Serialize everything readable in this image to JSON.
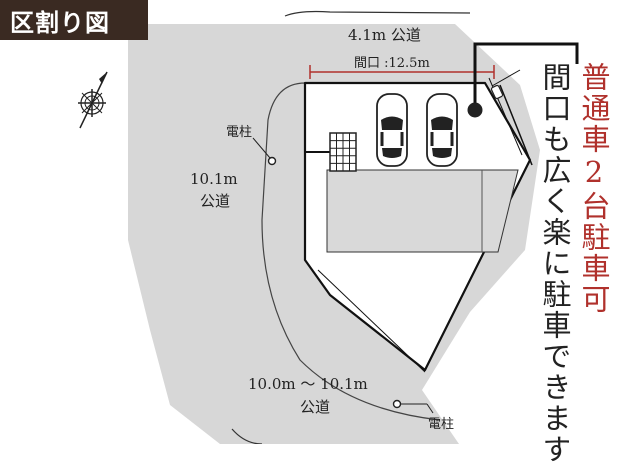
{
  "header": {
    "title": "区割り図"
  },
  "roads": {
    "top": "4.1m 公道",
    "left_width": "10.1m",
    "left_type": "公道",
    "bottom_width": "10.0m ～ 10.1m",
    "bottom_type": "公道"
  },
  "frontage": {
    "label": "間口 :12.5m"
  },
  "poles": {
    "left": "電柱",
    "bottom": "電柱"
  },
  "callout": {
    "line1": "普通車2台駐車可",
    "line2": "間口も広く楽に駐車できます",
    "accent_color": "#b0312c",
    "text_color": "#222222"
  },
  "icons": {
    "compass": "compass-icon",
    "car": "car-icon",
    "meter": "water-meter-icon",
    "grid": "drain-grate-icon"
  }
}
